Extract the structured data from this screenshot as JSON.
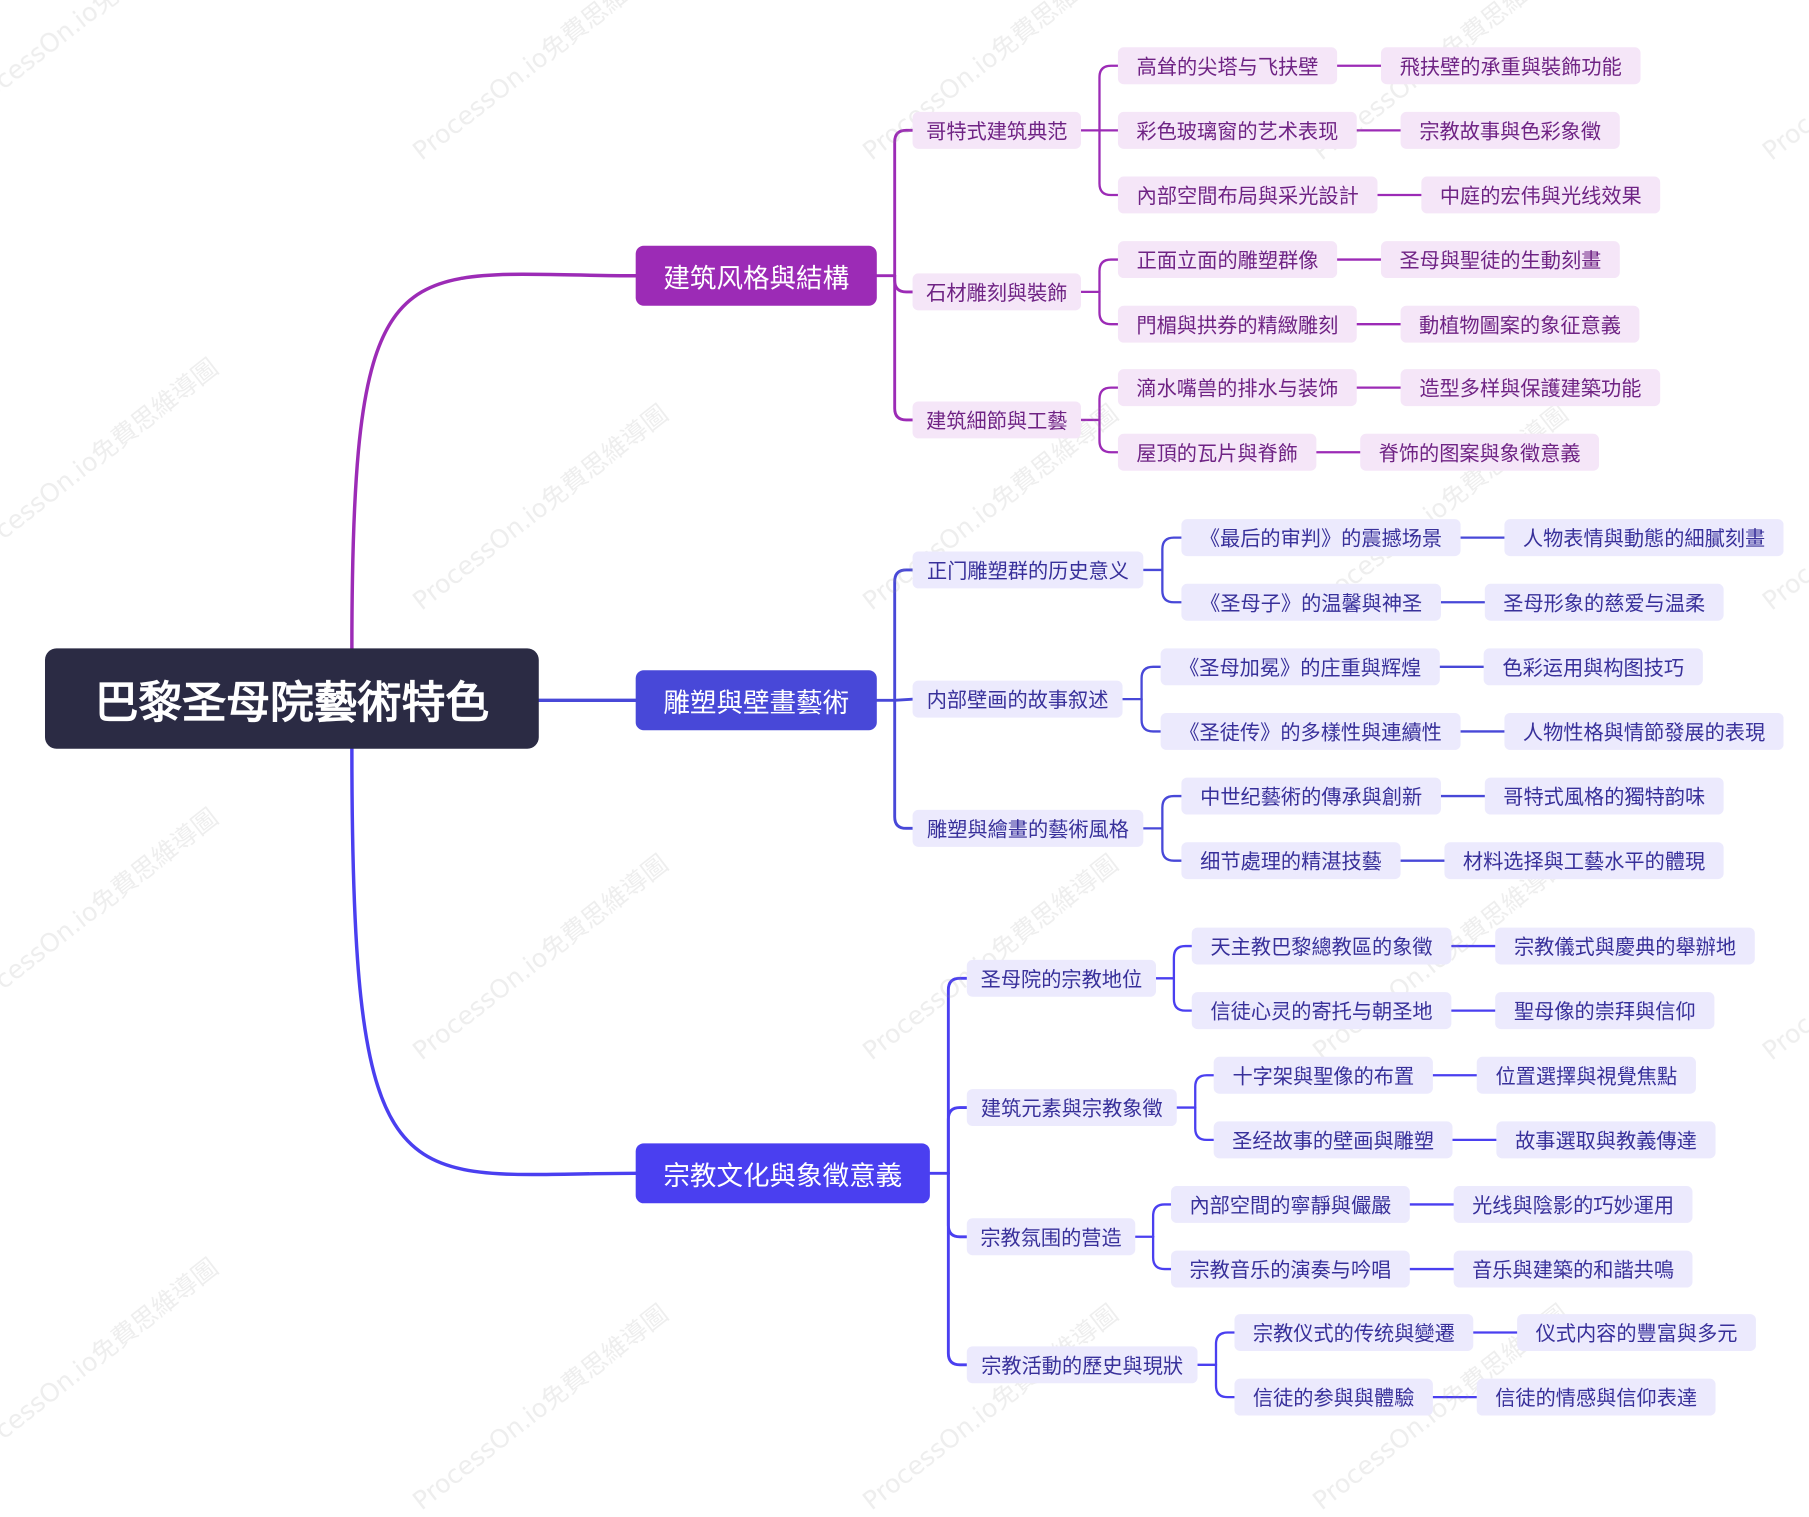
{
  "root": "巴黎圣母院藝術特色",
  "watermark": "ProcessOn.io免費思維導圖",
  "colors": {
    "root_bg": "#2b2b44",
    "branch1": "#9c2bb6",
    "branch2": "#4848d8",
    "branch3": "#4a3ff0",
    "purple_node_bg": "#f5e6f8",
    "purple_node_text": "#6f2384",
    "blue_node_bg": "#eceafd",
    "blue_node_text": "#38309a"
  },
  "branches": [
    {
      "label": "建筑风格與結構",
      "children": [
        {
          "label": "哥特式建筑典范",
          "children": [
            {
              "label": "高耸的尖塔与飞扶壁",
              "leaf": "飛扶壁的承重與裝飾功能"
            },
            {
              "label": "彩色玻璃窗的艺术表现",
              "leaf": "宗教故事與色彩象徵"
            },
            {
              "label": "內部空間布局與采光設計",
              "leaf": "中庭的宏伟與光线效果"
            }
          ]
        },
        {
          "label": "石材雕刻與裝飾",
          "children": [
            {
              "label": "正面立面的雕塑群像",
              "leaf": "圣母與聖徒的生動刻畫"
            },
            {
              "label": "門楣與拱券的精緻雕刻",
              "leaf": "動植物圖案的象征意義"
            }
          ]
        },
        {
          "label": "建筑細節與工藝",
          "children": [
            {
              "label": "滴水嘴兽的排水与装饰",
              "leaf": "造型多样與保護建築功能"
            },
            {
              "label": "屋頂的瓦片與脊飾",
              "leaf": "脊饰的图案與象徵意義"
            }
          ]
        }
      ]
    },
    {
      "label": "雕塑與壁畫藝術",
      "children": [
        {
          "label": "正门雕塑群的历史意义",
          "children": [
            {
              "label": "《最后的审判》的震撼场景",
              "leaf": "人物表情與動態的細膩刻畫"
            },
            {
              "label": "《圣母子》的温馨與神圣",
              "leaf": "圣母形象的慈爱与温柔"
            }
          ]
        },
        {
          "label": "内部壁画的故事叙述",
          "children": [
            {
              "label": "《圣母加冕》的庄重與辉煌",
              "leaf": "色彩运用與构图技巧"
            },
            {
              "label": "《圣徒传》的多樣性與連續性",
              "leaf": "人物性格與情節發展的表現"
            }
          ]
        },
        {
          "label": "雕塑與繪畫的藝術風格",
          "children": [
            {
              "label": "中世纪藝術的傳承與創新",
              "leaf": "哥特式風格的獨特韵味"
            },
            {
              "label": "细节處理的精湛技藝",
              "leaf": "材料选择與工藝水平的體現"
            }
          ]
        }
      ]
    },
    {
      "label": "宗教文化與象徵意義",
      "children": [
        {
          "label": "圣母院的宗教地位",
          "children": [
            {
              "label": "天主教巴黎總教區的象徵",
              "leaf": "宗教儀式與慶典的舉辦地"
            },
            {
              "label": "信徒心灵的寄托与朝圣地",
              "leaf": "聖母像的崇拜與信仰"
            }
          ]
        },
        {
          "label": "建筑元素與宗教象徵",
          "children": [
            {
              "label": "十字架與聖像的布置",
              "leaf": "位置選擇與視覺焦點"
            },
            {
              "label": "圣经故事的壁画與雕塑",
              "leaf": "故事選取與教義傳達"
            }
          ]
        },
        {
          "label": "宗教氛围的营造",
          "children": [
            {
              "label": "內部空間的寧靜與儼嚴",
              "leaf": "光线與陰影的巧妙運用"
            },
            {
              "label": "宗教音乐的演奏与吟唱",
              "leaf": "音乐與建築的和諧共鳴"
            }
          ]
        },
        {
          "label": "宗教活動的歷史與現狀",
          "children": [
            {
              "label": "宗教仪式的传统與變遷",
              "leaf": "仪式内容的豐富與多元"
            },
            {
              "label": "信徒的参與與體驗",
              "leaf": "信徒的情感與信仰表達"
            }
          ]
        }
      ]
    }
  ]
}
